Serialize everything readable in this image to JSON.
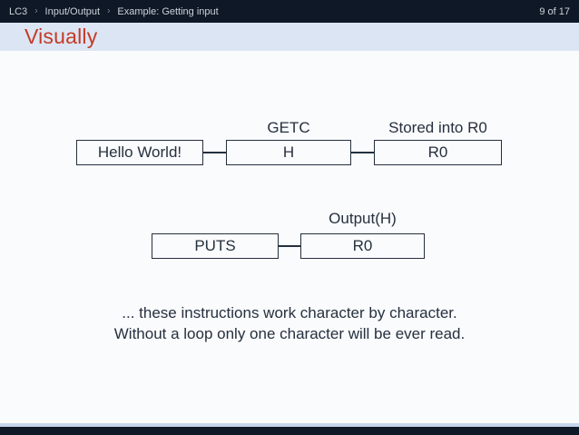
{
  "topbar": {
    "breadcrumb": [
      "LC3",
      "Input/Output",
      "Example: Getting input"
    ],
    "separator": "›",
    "page_indicator": "9 of 17"
  },
  "title": "Visually",
  "diagram": {
    "row1": {
      "boxes": [
        {
          "label": "Hello World!",
          "caption": ""
        },
        {
          "label": "H",
          "caption": "GETC"
        },
        {
          "label": "R0",
          "caption": "Stored into R0"
        }
      ]
    },
    "row2": {
      "boxes": [
        {
          "label": "PUTS",
          "caption": ""
        },
        {
          "label": "R0",
          "caption": "Output(H)"
        }
      ]
    }
  },
  "note": {
    "line1": "... these instructions work character by character.",
    "line2": "Without a loop only one character will be ever read."
  },
  "colors": {
    "bar_bg": "#0f1826",
    "bar_text": "#ccd2da",
    "bar_sep": "#7e8896",
    "title_bg": "#dce5f3",
    "title_text": "#c33b28",
    "body_bg": "#fafbfd",
    "ink": "#25303e",
    "strip": "#c6d6ef"
  }
}
